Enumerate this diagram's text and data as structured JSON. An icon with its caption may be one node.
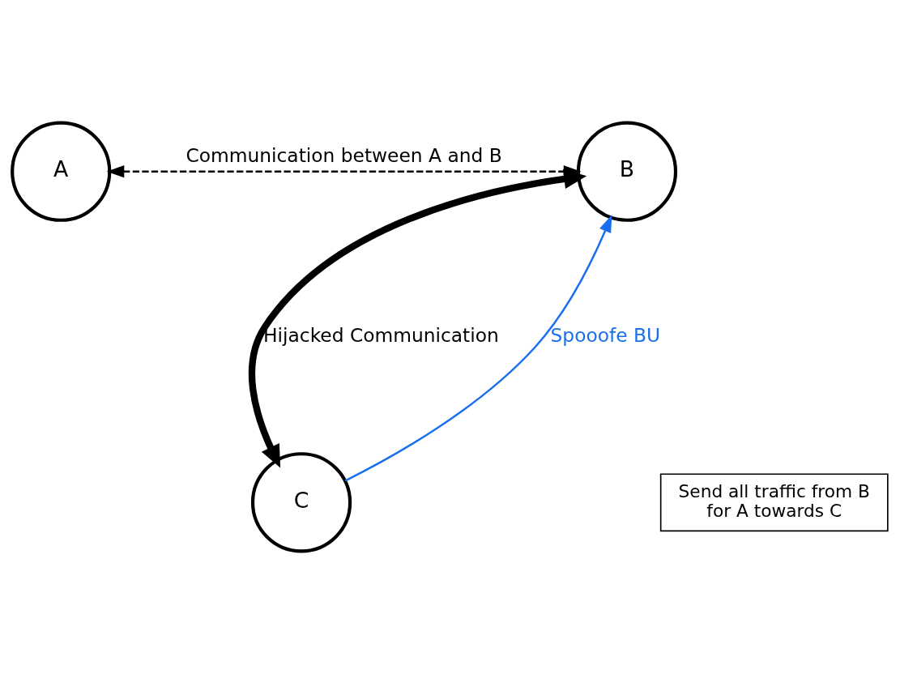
{
  "diagram": {
    "nodes": [
      {
        "text": [
          "A"
        ]
      },
      {
        "text": [
          "B"
        ]
      },
      {
        "text": [
          "C"
        ]
      },
      {
        "text": [
          "Send all traffic from B for A towards C"
        ]
      }
    ],
    "edges": [
      {
        "from": 0,
        "to": 1,
        "arrow": "both",
        "style": "dashed",
        "label": "Communication between A and B"
      },
      {
        "from": 2,
        "to": 1,
        "arrow": "to",
        "color": "#1a6ff0",
        "label": "Spooofe BU"
      },
      {
        "from": 1,
        "to": 2,
        "arrow": "both",
        "style": "thick",
        "label": "Hijacked Communication"
      }
    ]
  }
}
